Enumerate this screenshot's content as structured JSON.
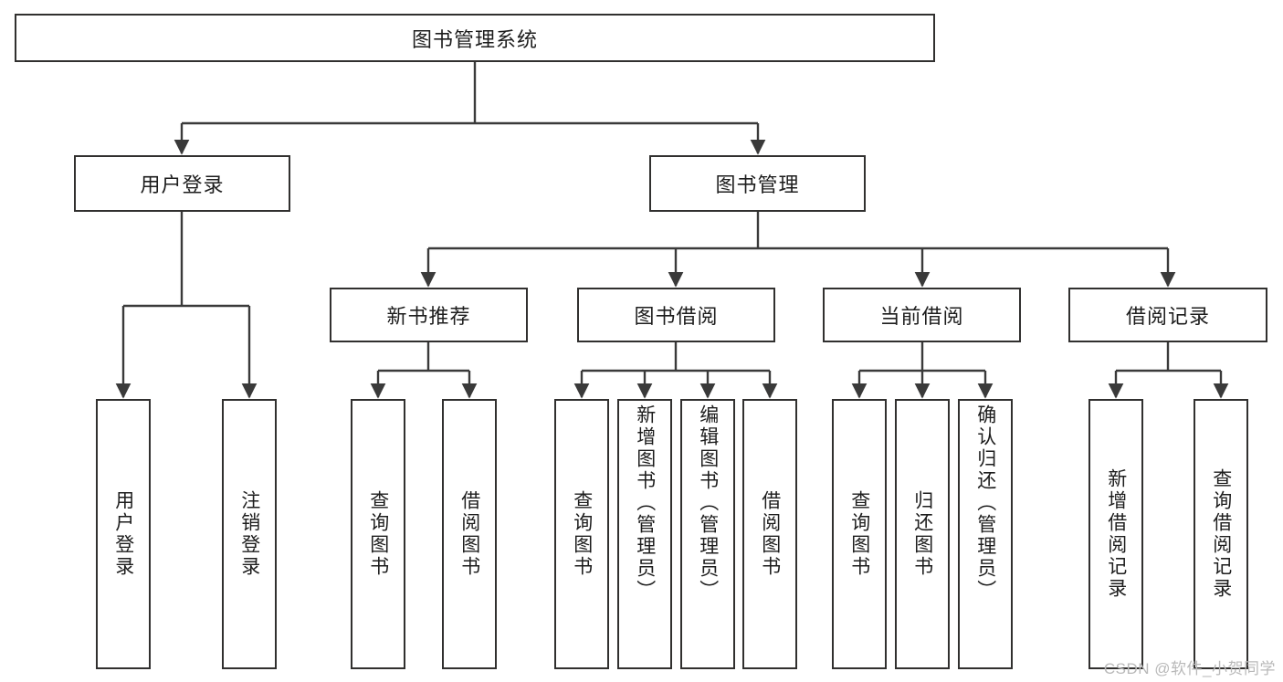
{
  "diagram": {
    "type": "tree-hierarchy-chart",
    "title": "图书管理系统",
    "watermark": "CSDN @软件_小贺同学",
    "colors": {
      "box_border": "#31302f",
      "box_fill": "#ffffff",
      "connector": "#3a3a3a",
      "text": "#1d1d1d",
      "watermark": "#b9b9b9",
      "background": "#ffffff"
    },
    "nodes": {
      "root": {
        "label": "图书管理系统"
      },
      "level2": [
        {
          "label": "用户登录"
        },
        {
          "label": "图书管理"
        }
      ],
      "level3": [
        {
          "label": "新书推荐"
        },
        {
          "label": "图书借阅"
        },
        {
          "label": "当前借阅"
        },
        {
          "label": "借阅记录"
        }
      ],
      "leaves": {
        "user_login": [
          {
            "label": "用户登录"
          },
          {
            "label": "注销登录"
          }
        ],
        "new_book_recommend": [
          {
            "label": "查询图书"
          },
          {
            "label": "借阅图书"
          }
        ],
        "book_borrow": [
          {
            "label": "查询图书"
          },
          {
            "label": "新增图书（管理员）"
          },
          {
            "label": "编辑图书（管理员）"
          },
          {
            "label": "借阅图书"
          }
        ],
        "current_borrow": [
          {
            "label": "查询图书"
          },
          {
            "label": "归还图书"
          },
          {
            "label": "确认归还（管理员）"
          }
        ],
        "borrow_record": [
          {
            "label": "新增借阅记录"
          },
          {
            "label": "查询借阅记录"
          }
        ]
      }
    }
  }
}
